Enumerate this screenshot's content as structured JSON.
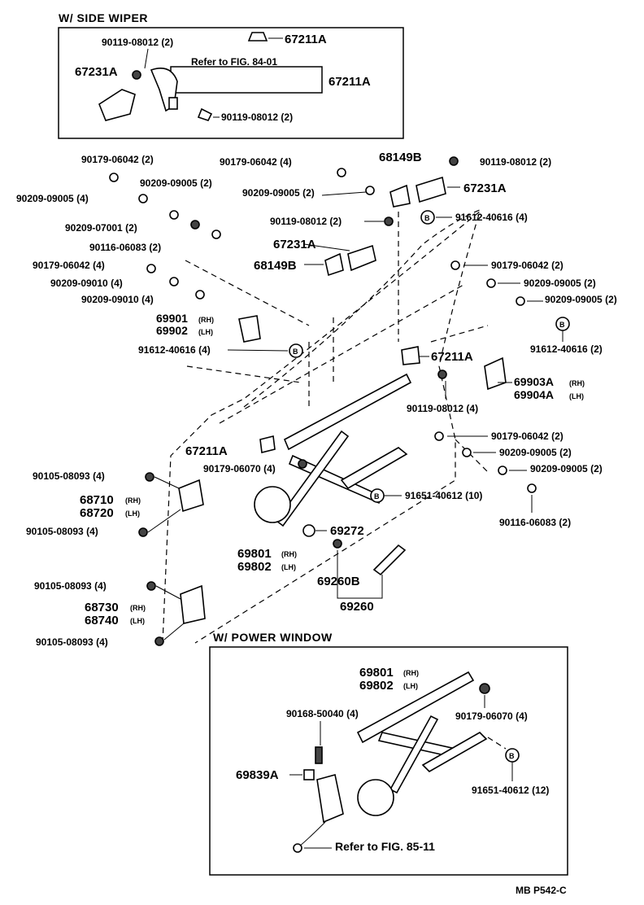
{
  "sections": {
    "side_wiper_title": "W/ SIDE  WIPER",
    "power_window_title": "W/ POWER  WINDOW",
    "figure_code": "MB  P542-C"
  },
  "references": {
    "fig_84_01": "Refer to FIG. 84-01",
    "fig_85_11": "Refer to FIG. 85-11"
  },
  "side_wiper": {
    "p1": "90119-08012 (2)",
    "p2": "67211A",
    "p3": "67231A",
    "p4": "67211A",
    "p5": "90119-08012 (2)"
  },
  "labels": {
    "l01": "90179-06042 (2)",
    "l02": "90179-06042 (4)",
    "l03": "68149B",
    "l04": "90119-08012 (2)",
    "l05": "90209-09005 (2)",
    "l06": "90209-09005 (4)",
    "l07": "90209-09005 (2)",
    "l08": "67231A",
    "l09": "90209-07001 (2)",
    "l10": "90119-08012 (2)",
    "l11": "91612-40616 (4)",
    "l12": "90116-06083 (2)",
    "l13": "67231A",
    "l14": "90179-06042 (4)",
    "l15": "68149B",
    "l16": "90179-06042 (2)",
    "l17": "90209-09010 (4)",
    "l18": "90209-09005 (2)",
    "l19": "90209-09010 (4)",
    "l20": "90209-09005 (2)",
    "l21": "69901",
    "l22": "69902",
    "l23": "91612-40616 (4)",
    "l24": "91612-40616 (2)",
    "l25": "67211A",
    "l26": "69903A",
    "l27": "69904A",
    "l28": "90119-08012 (4)",
    "l29": "90179-06042 (2)",
    "l30": "67211A",
    "l31": "90179-06070 (4)",
    "l32": "90209-09005 (2)",
    "l33": "90105-08093 (4)",
    "l34": "90209-09005 (2)",
    "l35": "68710",
    "l36": "68720",
    "l37": "91651-40612 (10)",
    "l38": "90116-06083 (2)",
    "l39": "90105-08093 (4)",
    "l40": "69272",
    "l41": "69801",
    "l42": "69802",
    "l43": "69260B",
    "l44": "69260",
    "l45": "90105-08093 (4)",
    "l46": "68730",
    "l47": "68740",
    "l48": "90105-08093 (4)"
  },
  "power_window": {
    "p1": "69801",
    "p2": "69802",
    "p3": "90168-50040 (4)",
    "p4": "90179-06070 (4)",
    "p5": "69839A",
    "p6": "91651-40612 (12)"
  },
  "sides": {
    "rh": "(RH)",
    "lh": "(LH)"
  },
  "callout": "B"
}
